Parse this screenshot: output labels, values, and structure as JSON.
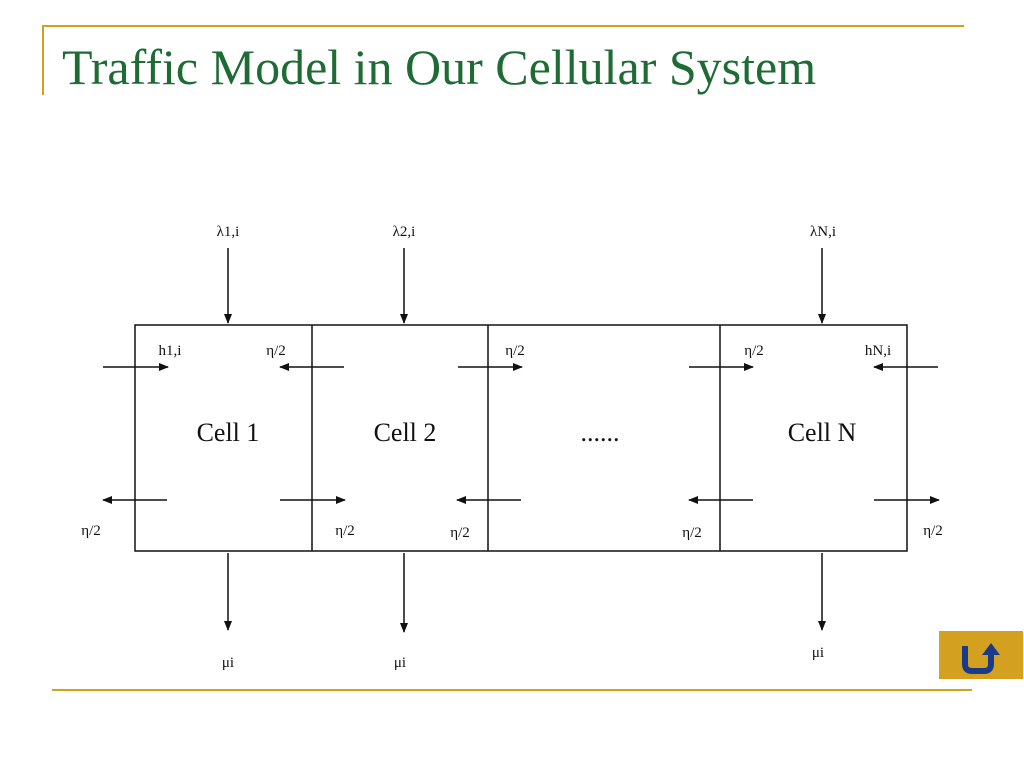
{
  "title": "Traffic Model in Our Cellular System",
  "colors": {
    "title": "#1e6b34",
    "rule": "#d4a020",
    "button": "#d4a020"
  },
  "diagram": {
    "cells": [
      "Cell 1",
      "Cell 2",
      "......",
      "Cell N"
    ],
    "arrivals": [
      "λ1,i",
      "λ2,i",
      "λN,i"
    ],
    "departures": [
      "μi",
      "μi",
      "μi"
    ],
    "handoff_in": {
      "first": "h1,i",
      "last": "hN,i"
    },
    "eta": "η/2"
  },
  "nav": {
    "back_icon": "u-turn-arrow-icon"
  }
}
